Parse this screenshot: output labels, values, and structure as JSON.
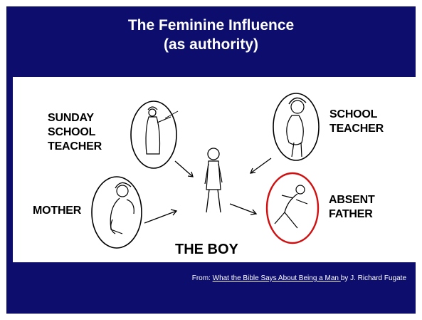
{
  "slide": {
    "title_line1": "The Feminine Influence",
    "title_line2": "(as authority)"
  },
  "illustration": {
    "labels": {
      "sunday_school_teacher": [
        "SUNDAY",
        "SCHOOL",
        "TEACHER"
      ],
      "school_teacher": [
        "SCHOOL",
        "TEACHER"
      ],
      "mother": "MOTHER",
      "absent_father": [
        "ABSENT",
        "FATHER"
      ],
      "the_boy": "THE BOY"
    },
    "highlight_color": "#d01010"
  },
  "credit": {
    "prefix": "From: ",
    "book_title": "What the Bible Says About Being a Man ",
    "suffix": "by J. Richard Fugate"
  },
  "colors": {
    "panel_background": "#0d0d6e",
    "text_on_panel": "#ffffff"
  }
}
